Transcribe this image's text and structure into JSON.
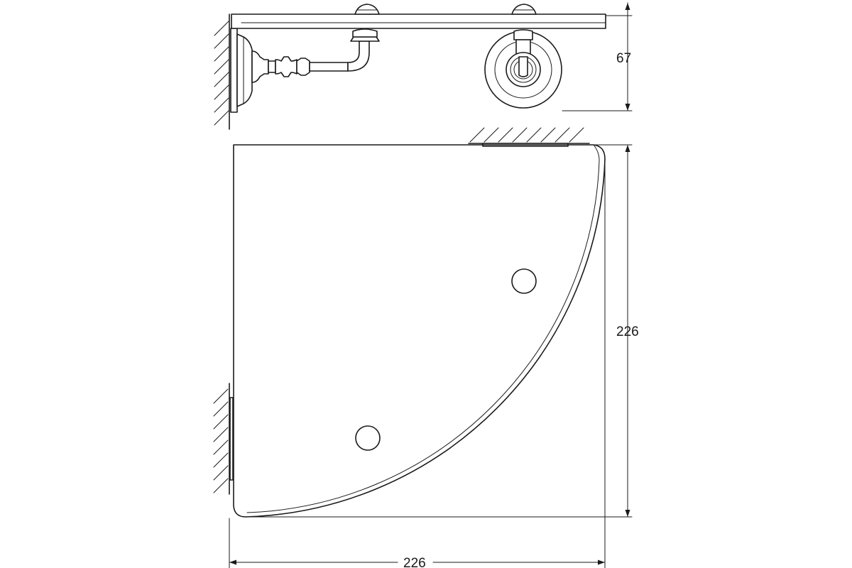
{
  "dimensions": {
    "height_side_view": "67",
    "depth": "226",
    "width": "226"
  },
  "colors": {
    "line": "#1a1a1a",
    "background": "#ffffff"
  }
}
